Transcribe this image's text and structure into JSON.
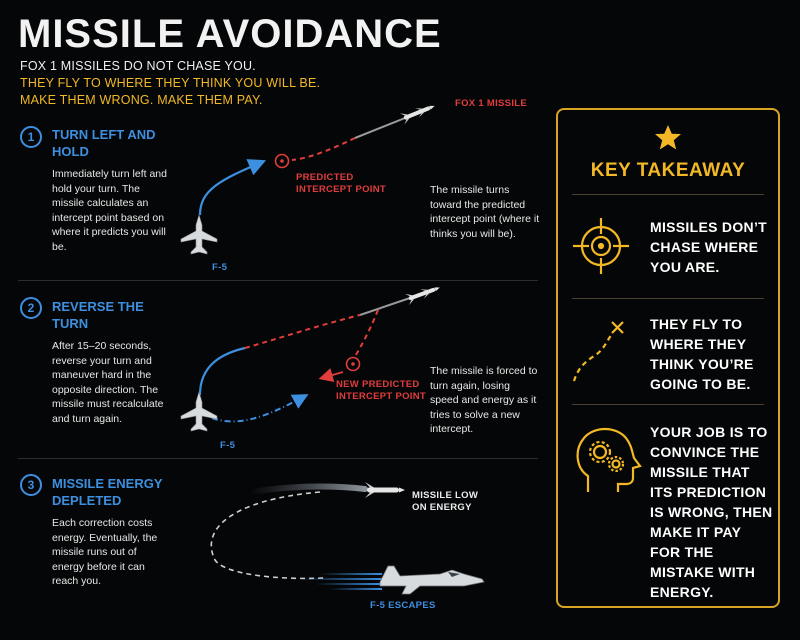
{
  "header": {
    "title": "MISSILE AVOIDANCE",
    "line1": "FOX 1 MISSILES DO NOT CHASE YOU.",
    "line2": "THEY FLY TO WHERE THEY THINK YOU WILL BE.",
    "line3": "MAKE THEM WRONG. MAKE THEM PAY."
  },
  "colors": {
    "accent_blue": "#3d8fe0",
    "missile_red": "#e23d3d",
    "gold": "#f2b825"
  },
  "steps": [
    {
      "number": "1",
      "title": "TURN LEFT AND HOLD",
      "body": "Immediately turn left and hold your turn. The missile calculates an intercept point based on where it predicts you will be.",
      "missile_label": "FOX 1 MISSILE",
      "intercept_label": "PREDICTED INTERCEPT POINT",
      "jet_label": "F-5",
      "note": "The missile turns toward the predicted intercept point (where it thinks you will be)."
    },
    {
      "number": "2",
      "title": "REVERSE THE TURN",
      "body": "After 15–20 seconds, reverse your turn and maneuver hard in the opposite direction. The missile must recalculate and turn again.",
      "intercept_label": "NEW PREDICTED INTERCEPT POINT",
      "jet_label": "F-5",
      "note": "The missile is forced to turn again, losing speed and energy as it tries to solve a new intercept."
    },
    {
      "number": "3",
      "title": "MISSILE ENERGY DEPLETED",
      "body": "Each correction costs energy. Eventually, the missile runs out of energy before it can reach you.",
      "missile_label": "MISSILE LOW ON ENERGY",
      "jet_label": "F-5 ESCAPES"
    }
  ],
  "takeaway": {
    "title": "KEY TAKEAWAY",
    "items": [
      {
        "icon": "crosshair-icon",
        "text": "MISSILES DON’T CHASE WHERE YOU ARE."
      },
      {
        "icon": "dashed-path-icon",
        "text": "THEY FLY TO WHERE THEY THINK YOU’RE GOING TO BE."
      },
      {
        "icon": "head-gears-icon",
        "text": "YOUR JOB IS TO CONVINCE THE MISSILE THAT ITS PREDICTION IS WRONG, THEN MAKE IT PAY FOR THE MISTAKE WITH ENERGY."
      }
    ]
  }
}
